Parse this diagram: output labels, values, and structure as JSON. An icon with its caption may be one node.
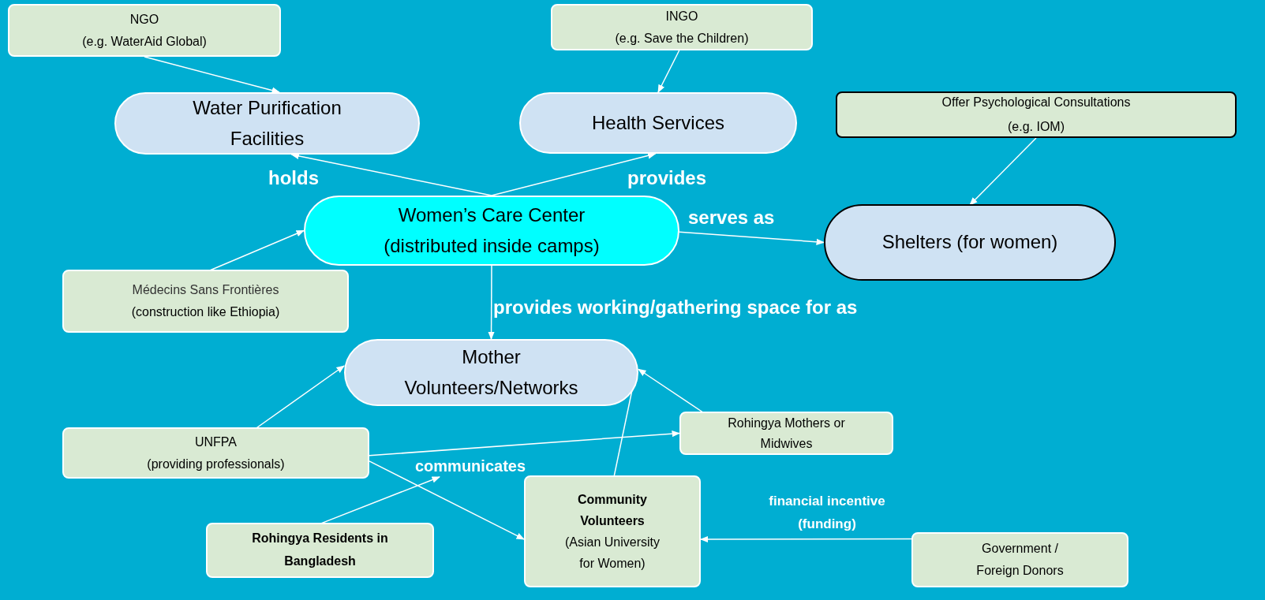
{
  "diagram": {
    "nodes": [
      {
        "text": [
          "NGO",
          "(e.g. WaterAid Global)"
        ]
      },
      {
        "text": [
          "INGO",
          "(e.g. Save the Children)"
        ]
      },
      {
        "text": [
          "Water Purification Facilities"
        ]
      },
      {
        "text": [
          "Health Services"
        ]
      },
      {
        "text": [
          "Offer Psychological Consultations",
          "(e.g. IOM)"
        ]
      },
      {
        "text": [
          "Women’s Care Center (distributed inside camps)"
        ]
      },
      {
        "text": [
          "Shelters (for women)"
        ]
      },
      {
        "text": [
          "Médecins Sans Frontières",
          "(construction like Ethiopia)"
        ]
      },
      {
        "text": [
          "Mother Volunteers/Networks"
        ]
      },
      {
        "text": [
          "Rohingya Mothers or Midwives"
        ]
      },
      {
        "text": [
          "UNFPA",
          "(providing professionals)"
        ]
      },
      {
        "text": [
          "Community Volunteers",
          "(Asian University for Women)"
        ]
      },
      {
        "text": [
          "Rohingya Residents in Bangladesh"
        ]
      },
      {
        "text": [
          "Government / Foreign Donors"
        ]
      }
    ],
    "edges": [
      {
        "from": 0,
        "to": 2,
        "arrow": "to"
      },
      {
        "from": 1,
        "to": 3,
        "arrow": "to"
      },
      {
        "from": 4,
        "to": 6,
        "arrow": "to"
      },
      {
        "from": 5,
        "to": 2,
        "arrow": "to",
        "label": "holds"
      },
      {
        "from": 5,
        "to": 3,
        "arrow": "to",
        "label": "provides"
      },
      {
        "from": 5,
        "to": 6,
        "arrow": "to",
        "label": "serves as"
      },
      {
        "from": 7,
        "to": 5,
        "arrow": "to"
      },
      {
        "from": 5,
        "to": 8,
        "arrow": "to",
        "label": "provides working/gathering space for as"
      },
      {
        "from": 10,
        "to": 8,
        "arrow": "to"
      },
      {
        "from": 9,
        "to": 8,
        "arrow": "to"
      },
      {
        "from": 10,
        "to": 9,
        "arrow": "to",
        "label": "communicates"
      },
      {
        "from": 10,
        "to": 11,
        "arrow": "to"
      },
      {
        "from": 12,
        "to": null,
        "arrow": "to"
      },
      {
        "from": 11,
        "to": 8,
        "arrow": "to"
      },
      {
        "from": 13,
        "to": 11,
        "arrow": "to",
        "label": "financial incentive (funding)"
      }
    ]
  }
}
